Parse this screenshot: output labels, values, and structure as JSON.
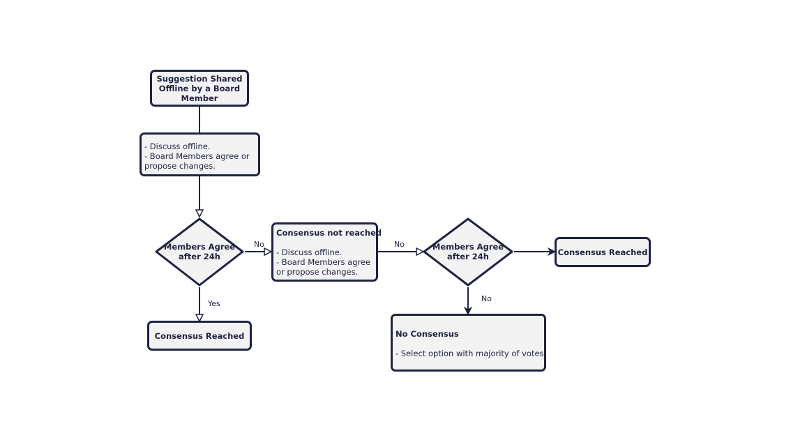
{
  "colors": {
    "stroke": "#1f2340",
    "fill": "#f3f3f4",
    "background": "#ffffff"
  },
  "nodes": {
    "suggestion": {
      "lines": [
        "Suggestion Shared",
        "Offline by a Board",
        "Member"
      ]
    },
    "discuss_first": {
      "lines": [
        "- Discuss offline.",
        "- Board Members agree or",
        "propose changes."
      ]
    },
    "decision_first": {
      "lines": [
        "Members Agree",
        "after 24h"
      ]
    },
    "consensus_reached_bottom": {
      "label": "Consensus Reached"
    },
    "consensus_not_reached": {
      "title": "Consensus not reached",
      "lines": [
        "- Discuss offline.",
        "- Board Members agree",
        "or propose changes."
      ]
    },
    "decision_second": {
      "lines": [
        "Members Agree",
        "after 24h"
      ]
    },
    "consensus_reached_right": {
      "label": "Consensus Reached"
    },
    "no_consensus": {
      "title": "No Consensus",
      "lines": [
        "- Select option with majority of votes."
      ]
    }
  },
  "edges": {
    "yes_label": "Yes",
    "no_label_1": "No",
    "no_label_2": "No",
    "no_label_3": "No"
  }
}
